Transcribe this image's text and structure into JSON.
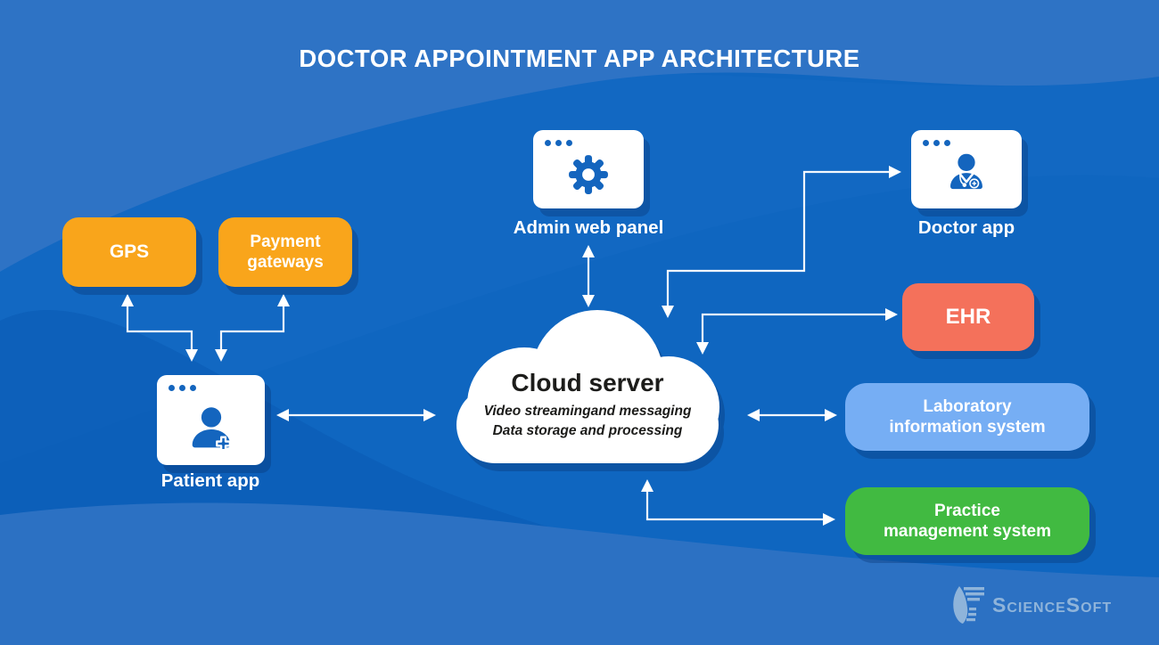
{
  "title": "DOCTOR APPOINTMENT APP ARCHITECTURE",
  "nodes": {
    "gps": {
      "label": "GPS",
      "bg": "#F9A51B"
    },
    "payment": {
      "label": "Payment gateways",
      "bg": "#F9A51B"
    },
    "patient": {
      "label": "Patient app"
    },
    "admin": {
      "label": "Admin web panel"
    },
    "doctor": {
      "label": "Doctor app"
    },
    "ehr": {
      "label": "EHR",
      "bg": "#F4715B"
    },
    "lab": {
      "label": "Laboratory information system",
      "bg": "#76AEF4"
    },
    "practice": {
      "label": "Practice management system",
      "bg": "#41BA41"
    }
  },
  "cloud": {
    "title": "Cloud server",
    "line1": "Video streamingand messaging",
    "line2": "Data storage and processing"
  },
  "logo": {
    "text": "ScienceSoft"
  },
  "colors": {
    "background": "#0F66C0",
    "wave_light": "#2E73C5",
    "window_icon_blue": "#1465BE",
    "arrow": "#FFFFFF",
    "cloud_text": "#1c1c1a",
    "logo": "#8FB4DA"
  }
}
